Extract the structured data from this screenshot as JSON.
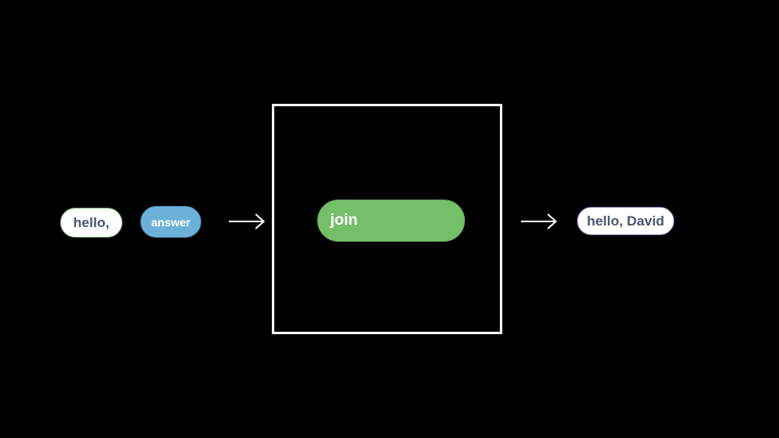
{
  "inputs": {
    "text_block": "hello,",
    "answer_block": "answer"
  },
  "function": {
    "block_label": "join"
  },
  "output": {
    "text_block": "hello, David"
  },
  "colors": {
    "background": "#000000",
    "text_block_fill": "#ffffff",
    "text_block_border": "#5aa550",
    "answer_fill": "#6eb1d8",
    "join_fill": "#76bf6a",
    "output_border": "#7c76b8",
    "arrows_and_box": "#ffffff"
  },
  "icons": [
    "arrow-right-icon",
    "arrow-right-icon"
  ]
}
